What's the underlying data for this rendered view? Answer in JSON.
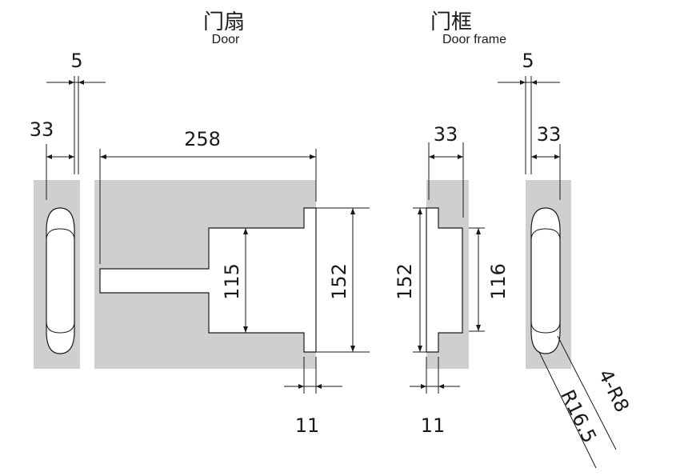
{
  "titles": {
    "door_cn": "门扇",
    "door_en": "Door",
    "frame_cn": "门框",
    "frame_en": "Door frame"
  },
  "dimensions": {
    "door_side_width": "5",
    "door_side_depth": "33",
    "door_length": "258",
    "door_inner_height": "115",
    "door_total_height": "152",
    "door_flange": "11",
    "frame_width": "33",
    "frame_total_height": "152",
    "frame_inner_height": "116",
    "frame_flange": "11",
    "frame_side_width": "5",
    "frame_side_depth": "33",
    "radius_small": "4-R8",
    "radius_large": "R16.5"
  },
  "colors": {
    "cutout": "#cfcfcf",
    "line": "#1a1a1a"
  }
}
